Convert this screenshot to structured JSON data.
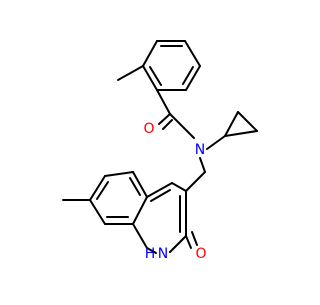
{
  "molecule": {
    "background": "#ffffff",
    "bond_color": "#000000",
    "atom_colors": {
      "O": "#ff0000",
      "N": "#0000ff",
      "NH": "#0000ff"
    },
    "atom_labels": {
      "carbonyl_o": "O",
      "amide_n": "N",
      "ring_nh": "NH",
      "ring_nh_h": "H",
      "ring_nh_n": "N",
      "ketone_o": "O"
    }
  }
}
